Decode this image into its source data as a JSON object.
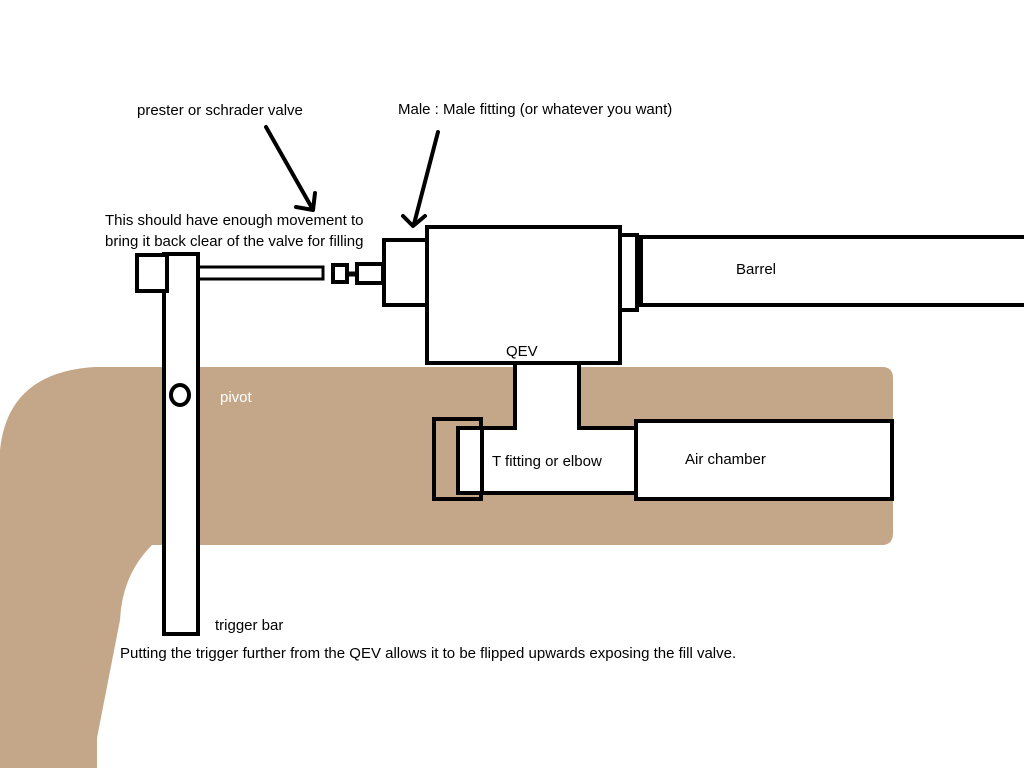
{
  "colors": {
    "background": "#ffffff",
    "stock": "#c4a688",
    "stroke": "#000000",
    "pivot_text": "#ffffff"
  },
  "labels": {
    "valve": "prester or schrader valve",
    "fitting": "Male : Male fitting (or whatever you want)",
    "movement_line1": "This should have enough movement to",
    "movement_line2": "bring it back clear of the valve for filling",
    "barrel": "Barrel",
    "qev": "QEV",
    "pivot": "pivot",
    "t_fitting": "T fitting or elbow",
    "air_chamber": "Air chamber",
    "trigger_bar": "trigger bar",
    "note": "Putting the trigger further from the QEV allows it to be flipped upwards exposing the fill valve."
  },
  "arrows": [
    "valve-arrow",
    "fitting-arrow"
  ]
}
